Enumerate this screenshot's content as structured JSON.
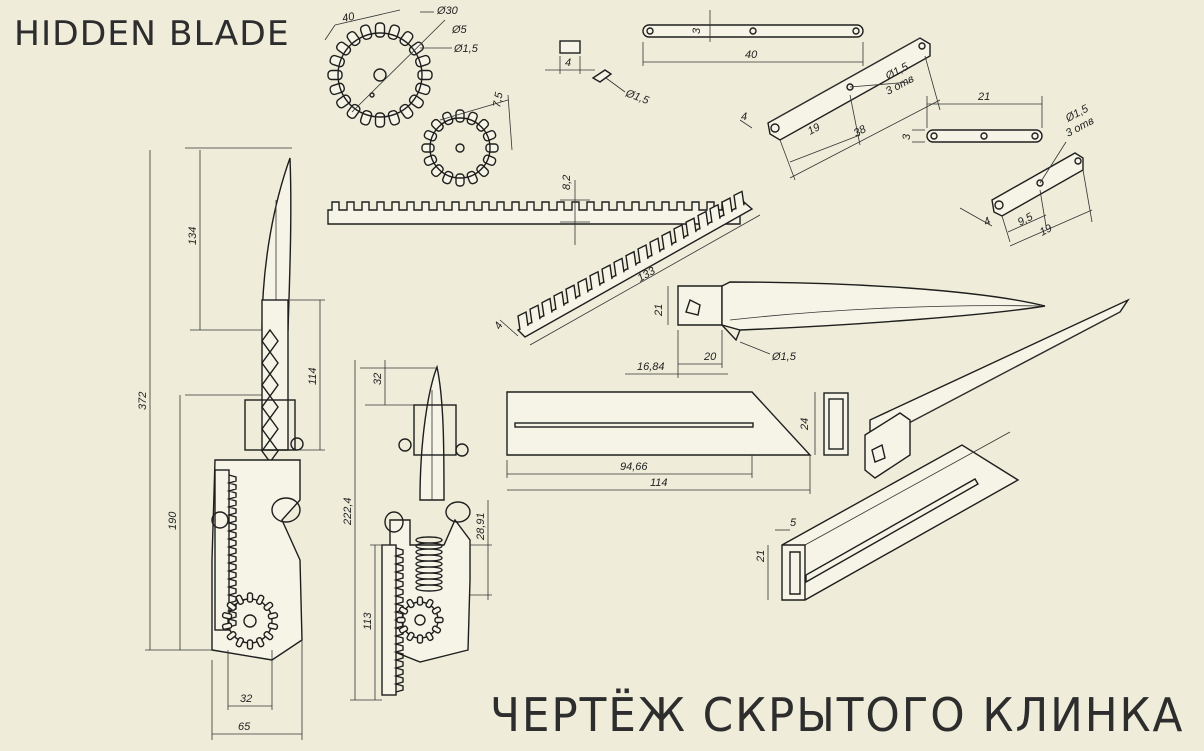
{
  "titles": {
    "english": "HIDDEN BLADE",
    "russian": "ЧЕРТЁЖ СКРЫТОГО КЛИНКА"
  },
  "dimensions": {
    "gear_width": "40",
    "gear_large_diameter": "Ø30",
    "gear_hole": "Ø5",
    "gear_pin": "Ø1,5",
    "gear_small_width": "7,5",
    "pin_length": "4",
    "pin_diameter": "Ø1,5",
    "bar_height": "3",
    "bar_length": "40",
    "link_hole": "Ø1,5",
    "holes_note": "3 отв",
    "link_depth": "4",
    "link_a": "19",
    "link_b": "38",
    "bar2_length": "21",
    "bar2_height": "3",
    "link2_hole": "Ø1,5",
    "link2_note": "3 отв",
    "link2_depth": "4",
    "link2_a": "9,5",
    "link2_b": "19",
    "rack_height": "8,2",
    "rack_length": "133",
    "rack_depth": "4",
    "blade_height": "21",
    "blade_tang": "20",
    "blade_offset": "16,84",
    "blade_hole": "Ø1,5",
    "sheath_inner": "94,66",
    "sheath_outer": "114",
    "sheath_height": "24",
    "tube_height": "21",
    "tube_depth": "5",
    "main_blade": "134",
    "main_total": "372",
    "main_guard": "114",
    "main_lower": "190",
    "main_gear_width": "32",
    "main_width": "65",
    "small_tip": "32",
    "small_total": "222,4",
    "small_spring": "28,91",
    "small_lower": "113"
  },
  "colors": {
    "paper": "#efedda",
    "ink": "#1e1e1e"
  }
}
